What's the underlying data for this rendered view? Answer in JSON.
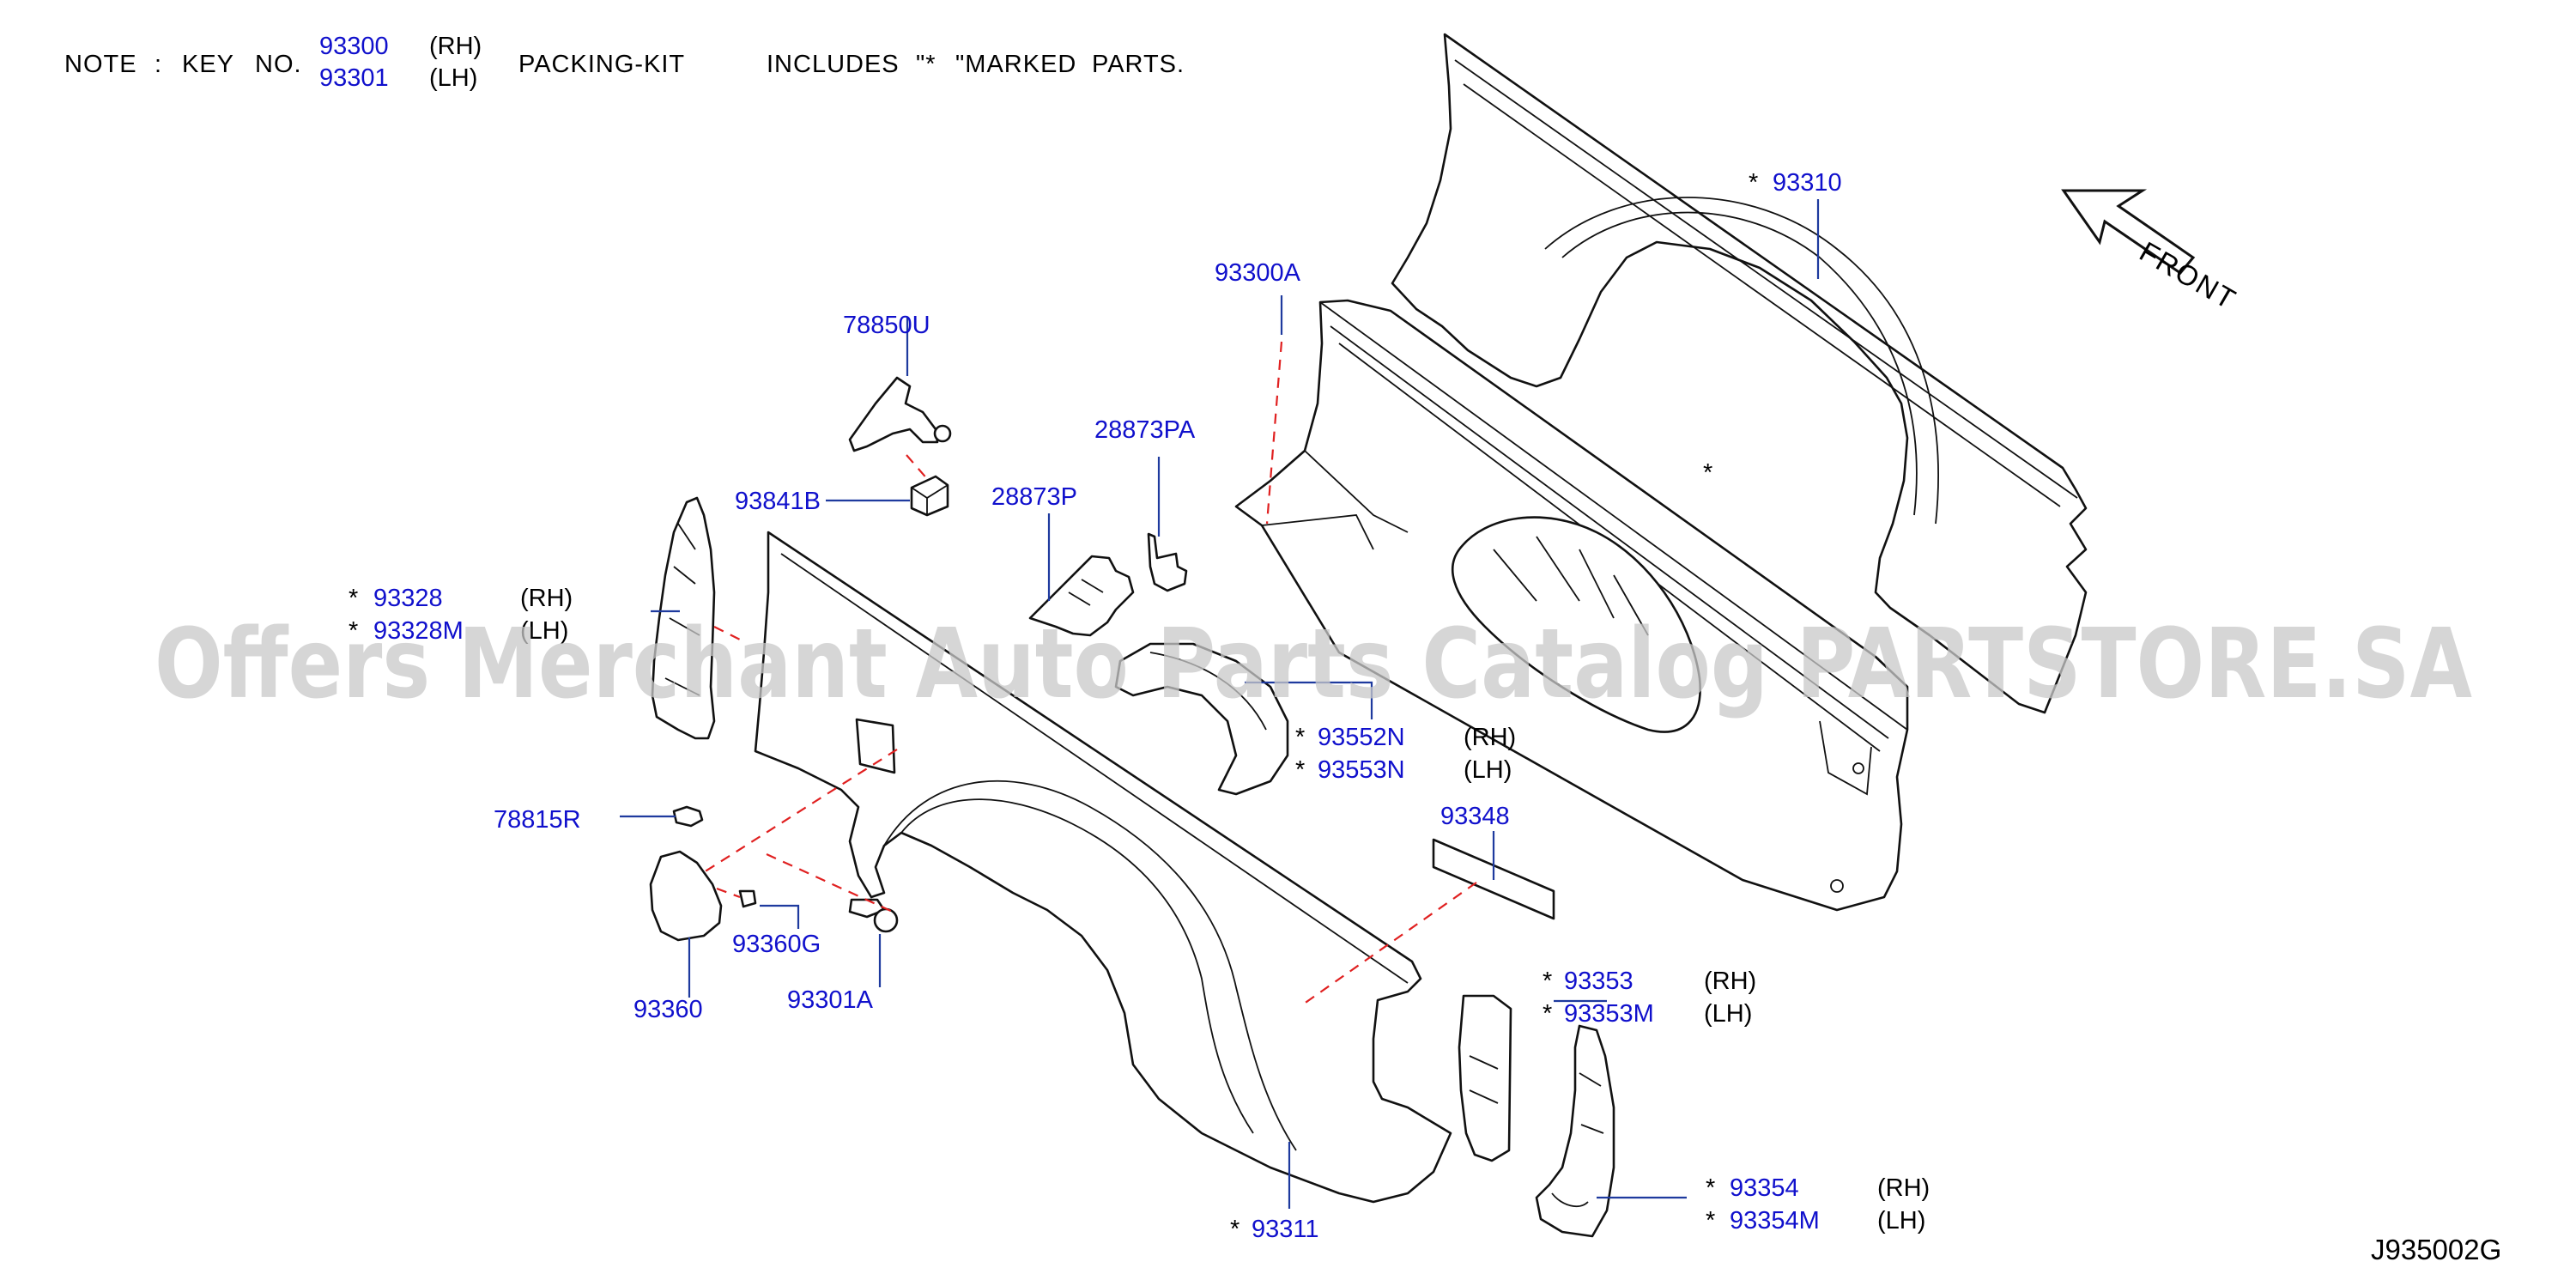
{
  "note": {
    "label": "NOTE",
    "colon": ":",
    "key": "KEY",
    "no": "NO.",
    "kit_rh_part": "93300",
    "kit_rh_side": "(RH)",
    "kit_lh_part": "93301",
    "kit_lh_side": "(LH)",
    "packing_kit": "PACKING-KIT",
    "includes": "INCLUDES",
    "star_mark": "\"*",
    "marked_parts": "\"MARKED",
    "parts_word": "PARTS."
  },
  "star": "*",
  "parts": {
    "p93310": "93310",
    "p93300A": "93300A",
    "p78850U": "78850U",
    "p28873PA": "28873PA",
    "p93841B": "93841B",
    "p28873P": "28873P",
    "p93328": "93328",
    "p93328M": "93328M",
    "p93552N": "93552N",
    "p93553N": "93553N",
    "p78815R": "78815R",
    "p93348": "93348",
    "p93360G": "93360G",
    "p93360": "93360",
    "p93301A": "93301A",
    "p93353": "93353",
    "p93353M": "93353M",
    "p93354": "93354",
    "p93354M": "93354M",
    "p93311": "93311"
  },
  "sides": {
    "rh": "(RH)",
    "lh": "(LH)"
  },
  "front_label": "FRONT",
  "watermark": "Offers Merchant Auto Parts Catalog PARTSTORE.SA",
  "diagram_code": "J935002G",
  "colors": {
    "part_link": "#1010cc",
    "leader": "#1e3a9e",
    "dashed_leader": "#e02020",
    "watermark": "#c9c9c9"
  }
}
